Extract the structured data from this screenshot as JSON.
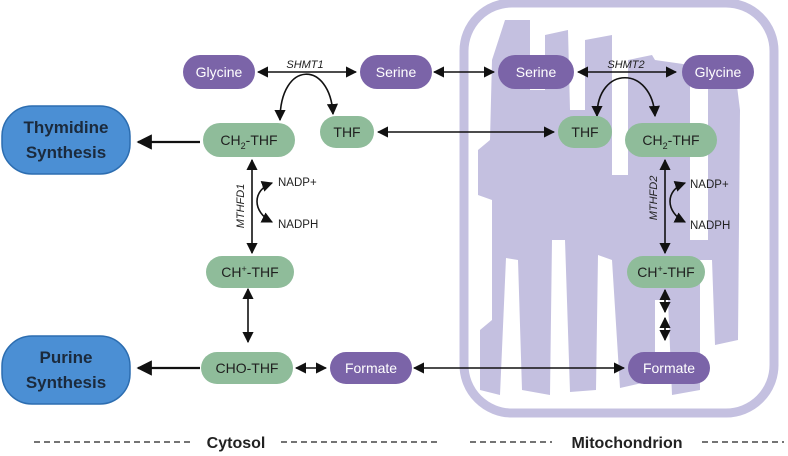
{
  "cytosol": {
    "glycine": "Glycine",
    "serine": "Serine",
    "enzyme_shmt": "SHMT1",
    "ch2thf_base": "CH",
    "ch2thf_sub": "2",
    "ch2thf_tail": "-THF",
    "thf": "THF",
    "enzyme_mthfd": "MTHFD1",
    "nadp": "NADP+",
    "nadph": "NADPH",
    "chthf_base": "CH",
    "chthf_sup": "+",
    "chthf_tail": "-THF",
    "chothf": "CHO-THF",
    "formate": "Formate"
  },
  "mito": {
    "serine": "Serine",
    "glycine": "Glycine",
    "enzyme_shmt": "SHMT2",
    "thf": "THF",
    "ch2thf_base": "CH",
    "ch2thf_sub": "2",
    "ch2thf_tail": "-THF",
    "enzyme_mthfd": "MTHFD2",
    "nadp": "NADP+",
    "nadph": "NADPH",
    "chthf_base": "CH",
    "chthf_sup": "+",
    "chthf_tail": "-THF",
    "formate": "Formate"
  },
  "outputs": {
    "thymidine_line1": "Thymidine",
    "thymidine_line2": "Synthesis",
    "purine_line1": "Purine",
    "purine_line2": "Synthesis"
  },
  "footer": {
    "cytosol": "Cytosol",
    "mitochondrion": "Mitochondrion"
  },
  "colors": {
    "purple": "#7b64a8",
    "green": "#8fbc9a",
    "blue": "#4b8fd4",
    "mito": "#c4c0e0"
  }
}
